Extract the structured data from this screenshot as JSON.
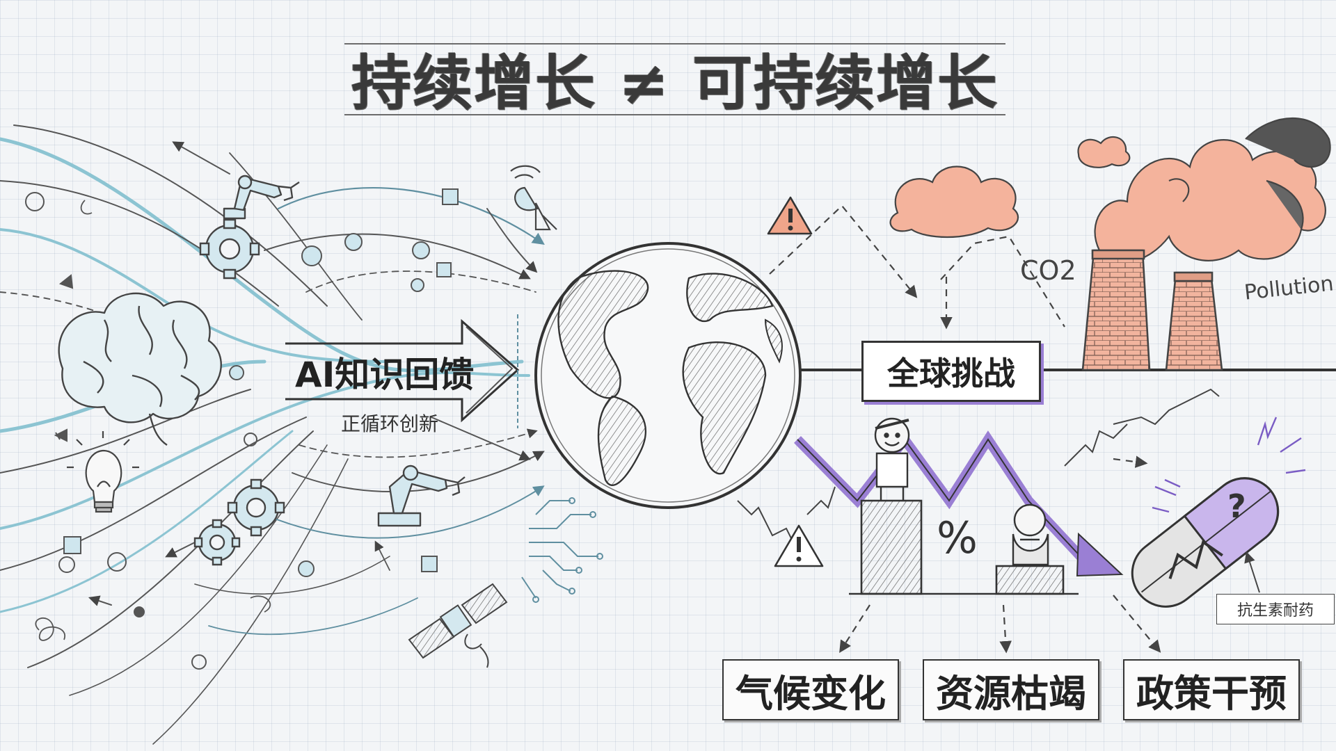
{
  "title": "持续增长 ≠ 可持续增长",
  "left": {
    "main_label": "AI知识回馈",
    "sub_label": "正循环创新"
  },
  "right": {
    "center_box": "全球挑战",
    "co2_label": "CO2",
    "pollution_label": "Pollution",
    "percent_symbol": "%",
    "antibiotic_label": "抗生素耐药"
  },
  "bottom_boxes": [
    "气候变化",
    "资源枯竭",
    "政策干预"
  ],
  "colors": {
    "ink": "#333333",
    "accent_blue": "#7fb8c8",
    "accent_purple": "#9a7fd4",
    "smoke_orange": "#f0a58a",
    "warning_orange": "#f0a58a"
  },
  "icons": [
    "brain-icon",
    "lightbulb-icon",
    "gear-icon",
    "robot-arm-icon",
    "satellite-dish-icon",
    "satellite-icon",
    "circuit-icon",
    "globe-icon",
    "warning-icon",
    "factory-chimney-icon",
    "smoke-cloud-icon",
    "person-icon",
    "pill-icon"
  ]
}
